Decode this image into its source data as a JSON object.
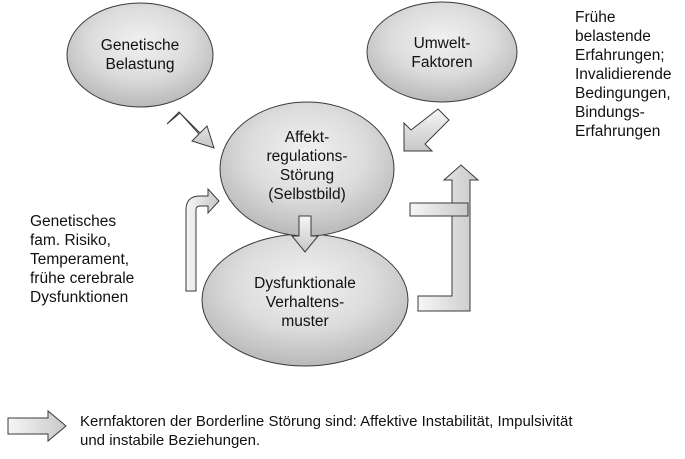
{
  "nodes": {
    "genetic_load": [
      "Genetische",
      "Belastung"
    ],
    "environment": [
      "Umwelt-",
      "Faktoren"
    ],
    "affect": [
      "Affekt-",
      "regulations-",
      "Störung",
      "(Selbstbild)"
    ],
    "behavior": [
      "Dysfunktionale",
      "Verhaltens-",
      "muster"
    ]
  },
  "notes": {
    "top_right": [
      "Frühe",
      "belastende",
      "Erfahrungen;",
      "Invalidierende",
      "Bedingungen,",
      "Bindungs-",
      "Erfahrungen"
    ],
    "left": [
      "Genetisches",
      "fam. Risiko,",
      "Temperament,",
      "frühe cerebrale",
      "Dysfunktionen"
    ]
  },
  "legend": {
    "text": [
      "Kernfaktoren der Borderline Störung sind: Affektive Instabilität, Impulsivität",
      "und instabile Beziehungen."
    ]
  },
  "colors": {
    "node_light": "#eeeeee",
    "node_dark": "#bdbdbd",
    "stroke": "#3a3a3a",
    "arrow_light": "#f4f4f4",
    "arrow_dark": "#c9c9c9"
  }
}
